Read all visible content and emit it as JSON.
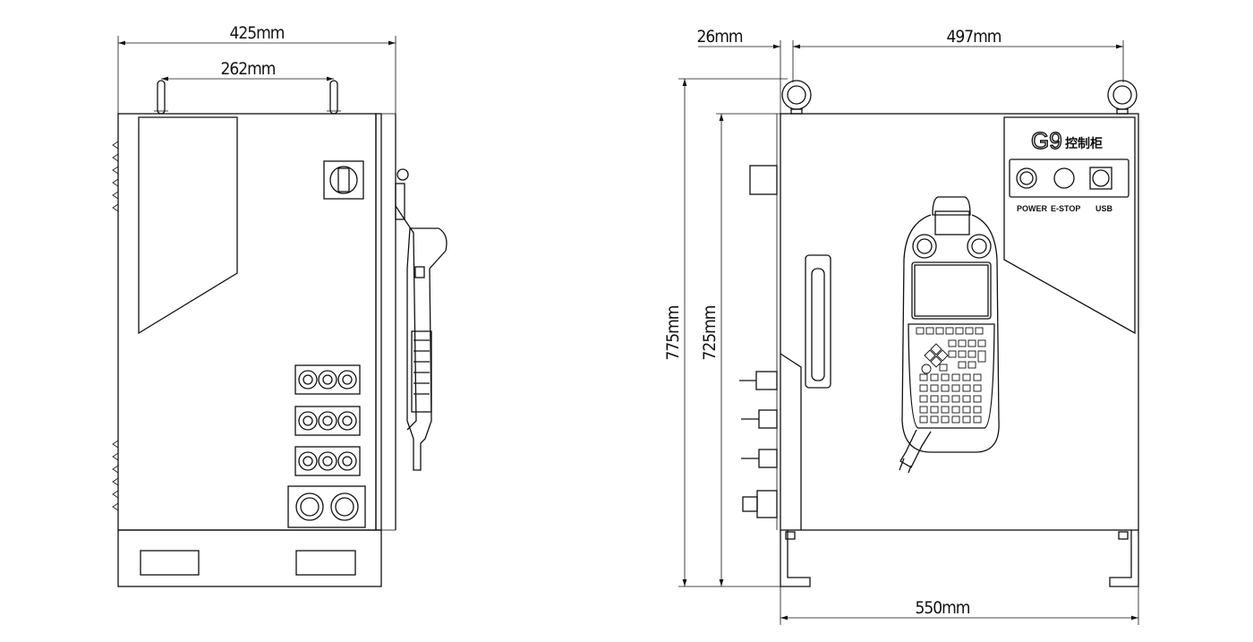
{
  "dimensions": {
    "left_width": "425mm",
    "left_handle_spacing": "262mm",
    "right_offset": "26mm",
    "right_eyebolt_spacing": "497mm",
    "right_total_height": "775mm",
    "right_body_height": "725mm",
    "right_width": "550mm"
  },
  "label_panel": {
    "model": "G9",
    "name": "控制柜",
    "buttons": [
      "POWER",
      "E-STOP",
      "USB"
    ]
  }
}
